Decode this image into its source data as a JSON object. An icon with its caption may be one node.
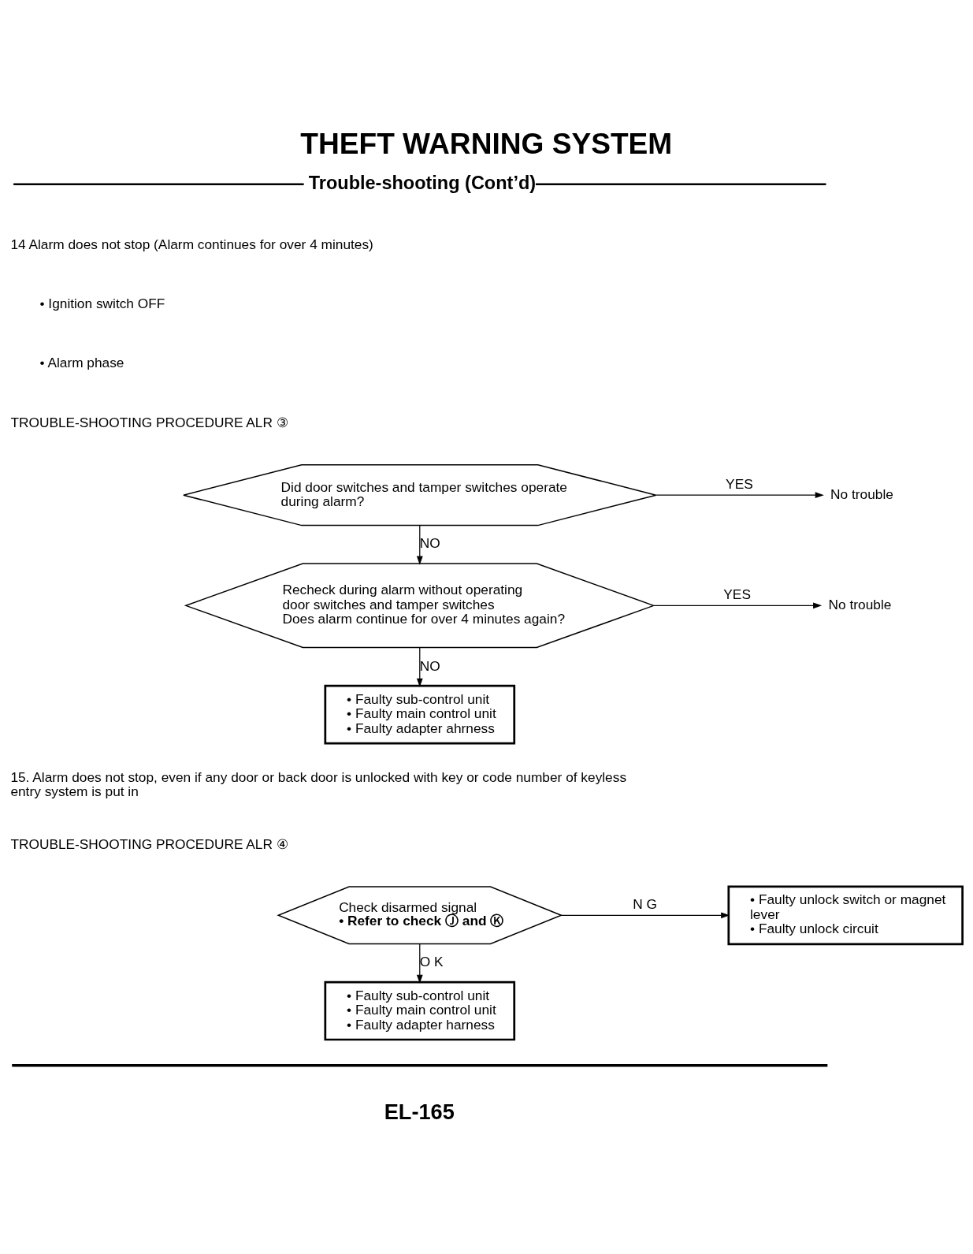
{
  "diagram": {
    "title": "THEFT WARNING SYSTEM",
    "nodes": [
      {
        "text": [
          "Did door switches and tamper switches operate during alarm?"
        ]
      },
      {
        "text": [
          "No trouble"
        ]
      },
      {
        "text": [
          "Recheck during alarm without operating door switches and tamper switches",
          "Does alarm continue for over 4 minutes again?"
        ]
      },
      {
        "text": [
          "No trouble"
        ]
      },
      {
        "text": [
          "• Faulty sub-control unit",
          "• Faulty main control unit",
          "• Faulty adapter ahrness"
        ]
      },
      {
        "text": [
          "Check disarmed signal",
          "• Refer to check Ⓙ and Ⓚ"
        ]
      },
      {
        "text": [
          "• Faulty unlock switch or magnet lever",
          "• Faulty unlock circuit"
        ]
      },
      {
        "text": [
          "• Faulty sub-control unit",
          "• Faulty main control unit",
          "• Faulty adapter harness"
        ]
      }
    ],
    "edges": [
      {
        "from": 0,
        "to": 1,
        "arrow": "to",
        "label": "YES"
      },
      {
        "from": 0,
        "to": 2,
        "arrow": "to",
        "label": "NO"
      },
      {
        "from": 2,
        "to": 3,
        "arrow": "to",
        "label": "YES"
      },
      {
        "from": 2,
        "to": 4,
        "arrow": "to",
        "label": "NO"
      },
      {
        "from": 5,
        "to": 6,
        "arrow": "to",
        "label": "N G"
      },
      {
        "from": 5,
        "to": 7,
        "arrow": "to",
        "label": "O K"
      }
    ],
    "labels": [
      "Trouble-shooting (Cont’d)",
      "14 Alarm does not stop (Alarm continues for over 4 minutes)",
      "• Ignition switch OFF",
      "• Alarm phase",
      "TROUBLE-SHOOTING PROCEDURE ALR ③",
      "15. Alarm does not stop, even if any door or back door is unlocked with key or code number of keyless entry system is put in",
      "TROUBLE-SHOOTING PROCEDURE ALR ④",
      "EL-165"
    ]
  }
}
